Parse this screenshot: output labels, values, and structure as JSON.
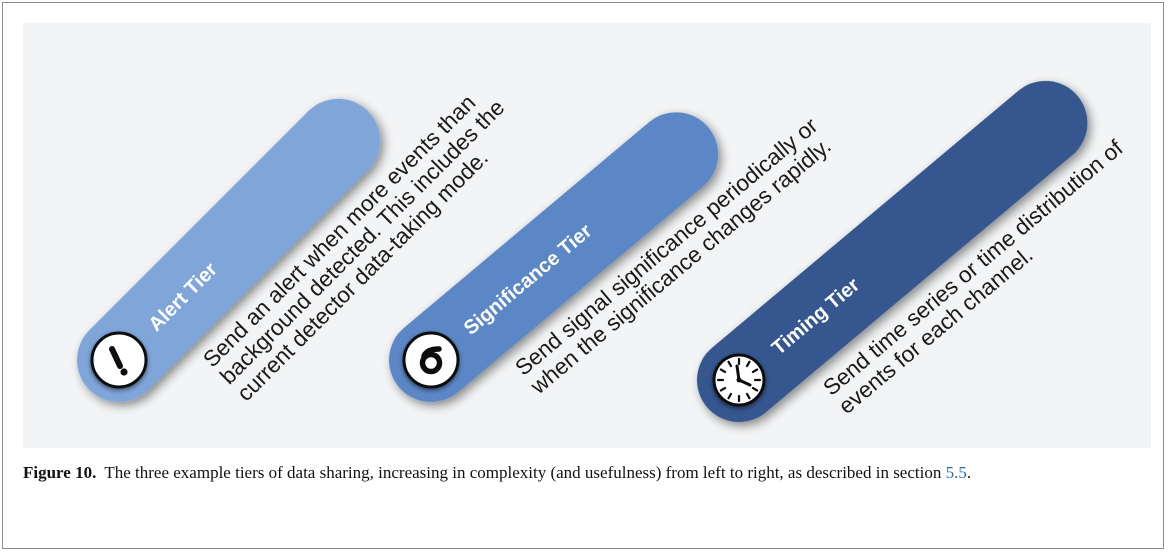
{
  "colors": {
    "alert": "#7fa5d9",
    "significance": "#5b87c6",
    "timing": "#34568f",
    "caption_link": "#1f6fb0"
  },
  "tiers": [
    {
      "title": "Alert Tier",
      "icon": "exclamation-icon",
      "description_lines": [
        "Send an alert when more events than",
        "background detected. This includes the",
        "current detector data-taking mode."
      ]
    },
    {
      "title": "Significance Tier",
      "icon": "sigma-icon",
      "description_lines": [
        "Send signal significance periodically or",
        "when the significance changes rapidly."
      ]
    },
    {
      "title": "Timing Tier",
      "icon": "clock-icon",
      "description_lines": [
        "Send time series or time distribution of",
        "events for each channel."
      ]
    }
  ],
  "caption": {
    "label": "Figure 10.",
    "text": "The three example tiers of data sharing, increasing in complexity (and usefulness) from left to right, as described in section ",
    "section_link": "5.5",
    "end": "."
  }
}
